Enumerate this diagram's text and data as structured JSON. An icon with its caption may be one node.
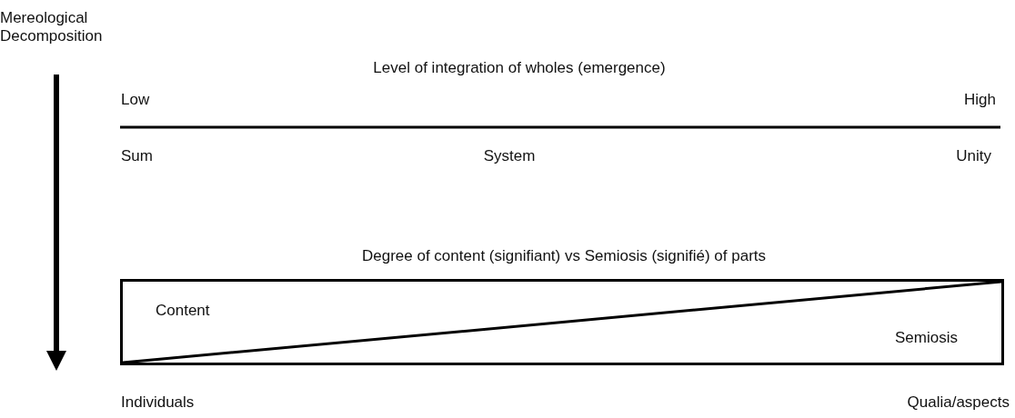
{
  "diagram": {
    "nodes": [
      {
        "text": [
          "Content",
          "Semiosis"
        ]
      }
    ],
    "labels": [
      "Mereological Decomposition",
      "Level of integration of wholes (emergence)",
      "Low",
      "High",
      "Sum",
      "System",
      "Unity",
      "Degree of content (signifiant) vs Semiosis (signifié) of parts",
      "Individuals",
      "Qualia/aspects"
    ]
  }
}
